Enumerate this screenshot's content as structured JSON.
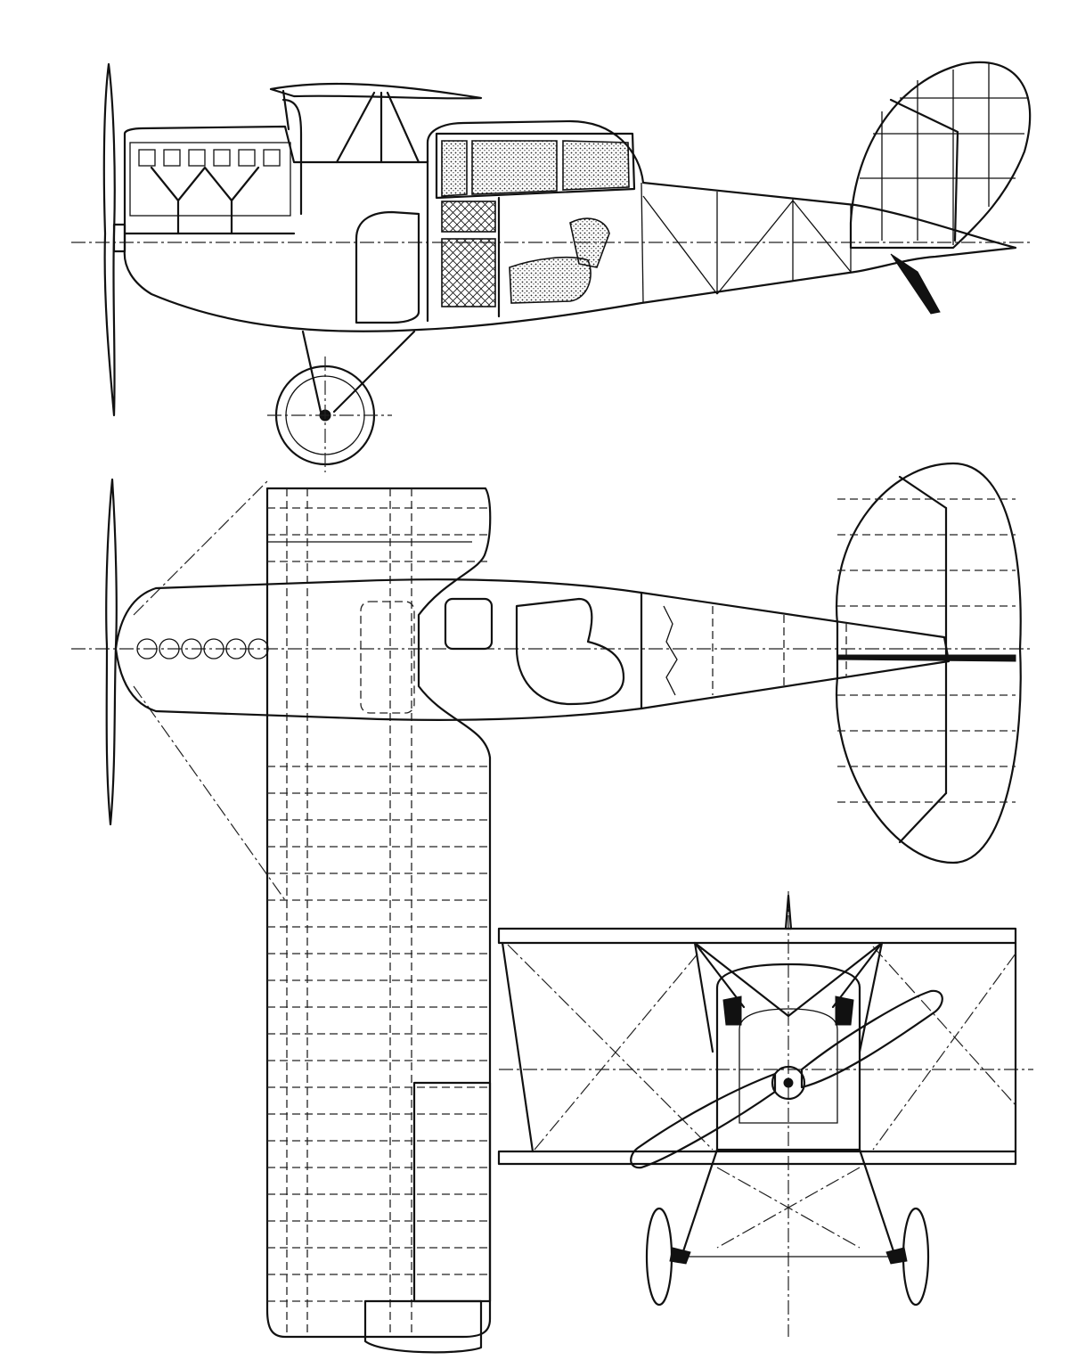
{
  "views": {
    "side": "side-view",
    "top": "top-view",
    "front": "front-view"
  },
  "colors": {
    "ink": "#111111",
    "paper": "#ffffff"
  }
}
